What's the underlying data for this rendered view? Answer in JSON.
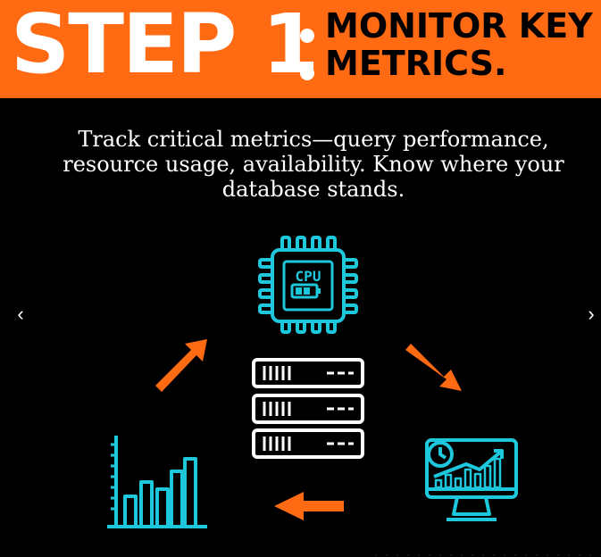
{
  "banner": {
    "step_label": "STEP 1",
    "subtitle_line1": "MONITOR KEY",
    "subtitle_line2": "METRICS."
  },
  "description": "Track critical metrics—query performance, resource usage, availability. Know where your database stands.",
  "carousel": {
    "prev_glyph": "‹",
    "next_glyph": "›"
  },
  "illustration": {
    "cpu_label": "CPU",
    "icons": [
      "cpu-chip-icon",
      "server-stack-icon",
      "monitor-analytics-icon",
      "bar-chart-icon",
      "arrow-up-right-icon",
      "arrow-down-right-icon",
      "arrow-left-icon"
    ]
  },
  "colors": {
    "brand_orange": "#ff6a13",
    "icon_cyan": "#1ec8dc",
    "background": "#000000",
    "text": "#ffffff"
  }
}
